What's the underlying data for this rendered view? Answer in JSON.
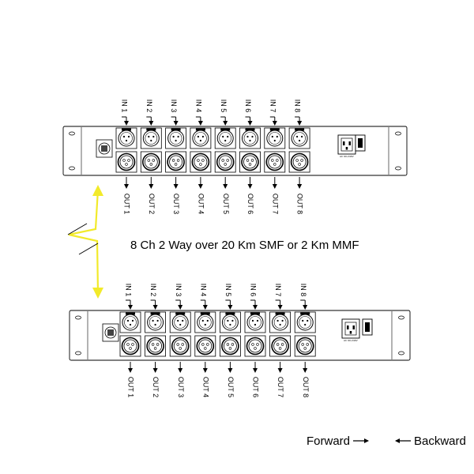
{
  "units": [
    {
      "inputs": [
        "IN 1",
        "IN 2",
        "IN 3",
        "IN 4",
        "IN 5",
        "IN 6",
        "IN 7",
        "IN 8"
      ],
      "outputs": [
        "OUT 1",
        "OUT 2",
        "OUT 3",
        "OUT 4",
        "OUT 5",
        "OUT 6",
        "OUT 7",
        "OUT 8"
      ],
      "power_label": "AC 90-240V"
    },
    {
      "inputs": [
        "IN 1",
        "IN 2",
        "IN 3",
        "IN 4",
        "IN 5",
        "IN 6",
        "IN 7",
        "IN 8"
      ],
      "outputs": [
        "OUT 1",
        "OUT 2",
        "OUT 3",
        "OUT 4",
        "OUT 5",
        "OUT 6",
        "OUT 7",
        "OUT 8"
      ],
      "power_label": "AC 90-240V"
    }
  ],
  "link_caption": "8 Ch 2 Way over 20 Km SMF or 2 Km MMF",
  "legend": {
    "forward": "Forward",
    "backward": "Backward"
  },
  "colors": {
    "link": "#f2ea2a",
    "line": "#000000"
  }
}
